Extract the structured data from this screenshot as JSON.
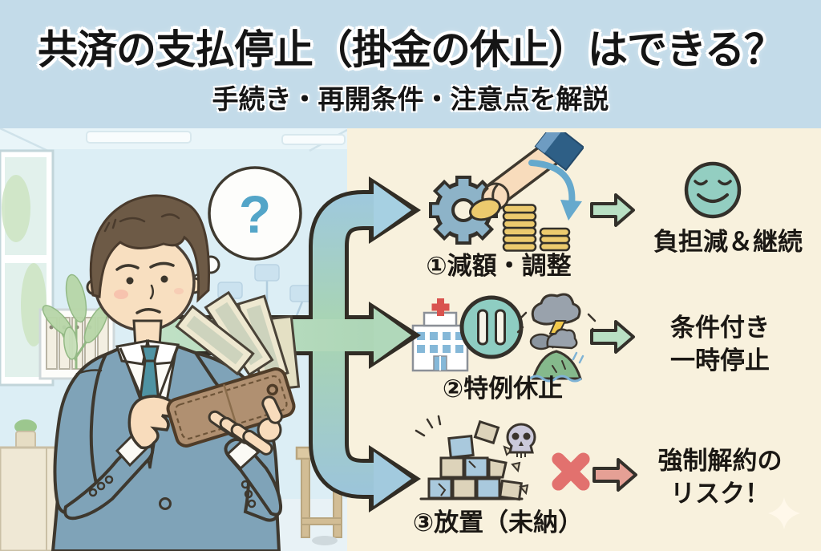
{
  "header": {
    "title": "共済の支払停止（掛金の休止）はできる？",
    "subtitle": "手続き・再開条件・注意点を解説",
    "bg_color": "#c3dbe9",
    "text_color": "#151515"
  },
  "illustration": {
    "description": "worried man in suit holding wallet with bills in an office",
    "question_mark": "?"
  },
  "flow": {
    "rows": [
      {
        "label": "①減額・調整",
        "icons": [
          "hand-coin-icon",
          "gear-icon",
          "coin-stacks-icon",
          "decrease-arrow-icon"
        ],
        "arrow_color_name": "green",
        "result_icon": "smiley-face-icon",
        "result_lines": [
          "負担減＆継続",
          ""
        ]
      },
      {
        "label": "②特例休止",
        "icons": [
          "hospital-icon",
          "pause-icon",
          "storm-icon",
          "disaster-icon"
        ],
        "arrow_color_name": "green",
        "result_icon": "",
        "result_lines": [
          "条件付き",
          "一時停止"
        ]
      },
      {
        "label": "③放置（未納）",
        "icons": [
          "crumbling-blocks-icon",
          "skull-icon",
          "red-x-icon"
        ],
        "arrow_color_name": "red",
        "result_icon": "",
        "result_lines": [
          "強制解約の",
          "リスク！"
        ]
      }
    ]
  },
  "colors": {
    "header_bg": "#c3dbe9",
    "left_bg": "#dceef5",
    "right_bg": "#f8f1dd",
    "branch_blue": "#a6d0e2",
    "branch_green": "#b0d8ba",
    "arrow_green": "#b9e0c4",
    "arrow_red": "#e5a095",
    "outline_dark": "#33302a",
    "smiley_teal": "#93cec1",
    "pause_teal": "#8ecdc2",
    "gear_blue": "#8db3c8",
    "coin_gold": "#ecca6e",
    "x_red": "#e2716e",
    "suit_blue": "#7fa3b8",
    "wallet_brown": "#b09071"
  }
}
